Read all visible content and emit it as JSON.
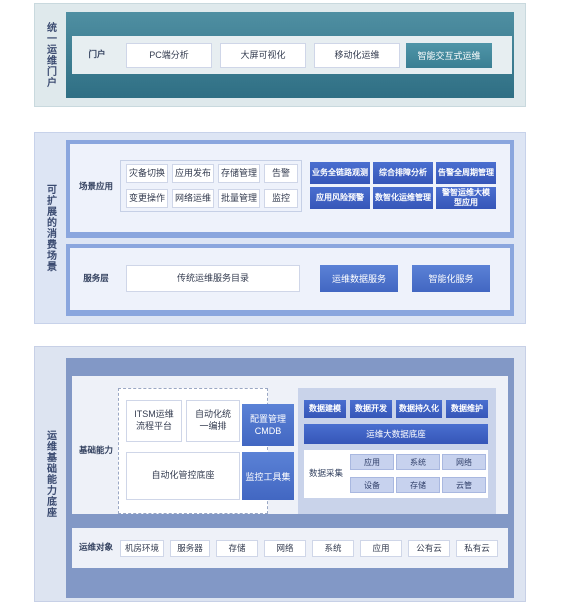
{
  "sections": {
    "portal": {
      "title": "统一运维门户",
      "row_label": "门户",
      "items": [
        "PC端分析",
        "大屏可视化",
        "移动化运维"
      ],
      "highlight": "智能交互式运维"
    },
    "scenarios": {
      "title": "可扩展的消费场景",
      "scene_label": "场景应用",
      "scene_items": [
        [
          "灾备切换",
          "应用发布",
          "存储管理",
          "告警"
        ],
        [
          "变更操作",
          "网络运维",
          "批量管理",
          "监控"
        ]
      ],
      "smart_items": [
        [
          "业务全链路观测",
          "综合排障分析",
          "告警全周期管理"
        ],
        [
          "应用风险预警",
          "数智化运维管理",
          "警智运维大模型应用"
        ]
      ],
      "service_label": "服务层",
      "service_main": "传统运维服务目录",
      "service_buttons": [
        "运维数据服务",
        "智能化服务"
      ]
    },
    "foundation": {
      "title": "运维基础能力底座",
      "capability_label": "基础能力",
      "itsm": "ITSM运维流程平台",
      "orchestration": "自动化统一编排",
      "automation_base": "自动化管控底座",
      "config_mgmt": "配置管理CMDB",
      "monitoring_tools": "监控工具集",
      "data_top": [
        "数据建模",
        "数据开发",
        "数据持久化",
        "数据维护"
      ],
      "bigdata_base": "运维大数据底座",
      "collection_label": "数据采集",
      "collection_items": [
        [
          "应用",
          "系统",
          "网络"
        ],
        [
          "设备",
          "存储",
          "云管"
        ]
      ],
      "objects_label": "运维对象",
      "objects": [
        "机房环境",
        "服务器",
        "存储",
        "网络",
        "系统",
        "应用",
        "公有云",
        "私有云"
      ]
    }
  },
  "colors": {
    "portal_teal": "#3b7f93",
    "scenario_blue": "#4267c2",
    "foundation_slate": "#8298c6"
  }
}
